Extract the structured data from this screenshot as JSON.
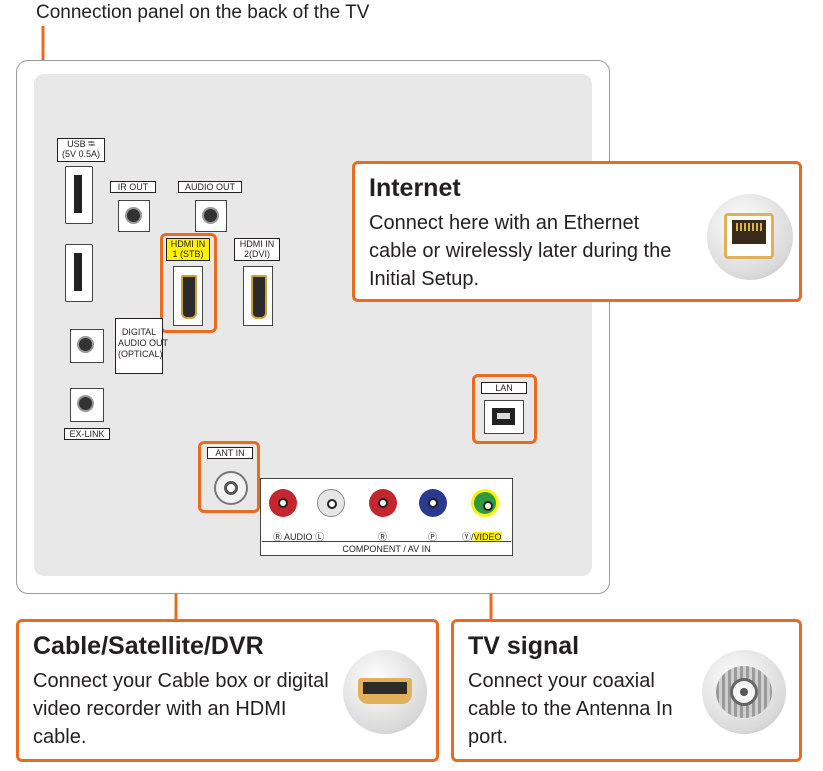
{
  "caption": "Connection panel on the back of the TV",
  "ports": {
    "usb_label_line1": "USB ⭾",
    "usb_label_line2": "(5V 0.5A)",
    "ir_out": "IR OUT",
    "audio_out": "AUDIO OUT",
    "hdmi1_line1": "HDMI IN",
    "hdmi1_line2": "1 (STB)",
    "hdmi2_line1": "HDMI IN",
    "hdmi2_line2": "2(DVI)",
    "digital_line1": "DIGITAL",
    "digital_line2": "AUDIO OUT",
    "digital_line3": "(OPTICAL)",
    "ex_link": "EX-LINK",
    "lan": "LAN",
    "ant_in": "ANT IN",
    "audio_r": "Ⓡ",
    "audio_word": "AUDIO",
    "audio_l": "Ⓛ",
    "pr": "Ⓡ",
    "pb": "Ⓟ",
    "y_video_prefix": "Ⓨ/",
    "video": "VIDEO",
    "component": "COMPONENT / AV IN"
  },
  "callouts": {
    "internet": {
      "title": "Internet",
      "text": "Connect here with an Ethernet cable or wirelessly later during the Initial Setup."
    },
    "cable": {
      "title": "Cable/Satellite/DVR",
      "text": "Connect your Cable box or digital video recorder with an HDMI cable."
    },
    "tv_signal": {
      "title": "TV signal",
      "text": "Connect your coaxial cable to the Antenna In port."
    }
  },
  "colors": {
    "accent": "#e96b1f",
    "rca_red": "#c3262e",
    "rca_white": "#e6e6e6",
    "rca_blue": "#2b3a8f",
    "rca_green": "#2e9a3f",
    "video_highlight": "#fff200"
  }
}
